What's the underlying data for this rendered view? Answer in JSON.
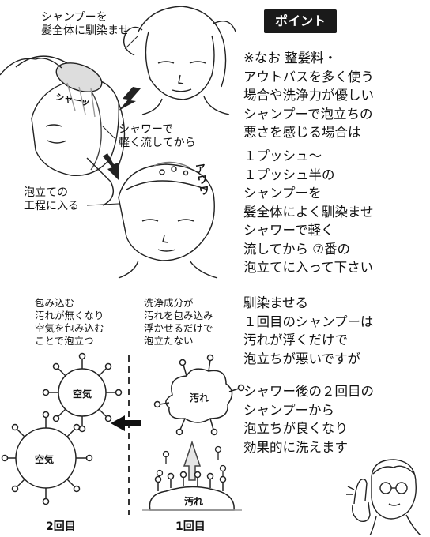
{
  "illustration": {
    "caption_step1": "シャンプーを\n髪全体に馴染ませ",
    "caption_step2": "シャワーで\n軽く流してから",
    "caption_step3": "泡立ての\n工程に入る",
    "sfx_shower": "シャーッ",
    "sfx_wash": "ア\nワ\nワ"
  },
  "diagram": {
    "second_desc": "包み込む\n汚れが無くなり\n空気を包み込む\nことで泡立つ",
    "first_desc": "洗浄成分が\n汚れを包み込み\n浮かせるだけで\n泡立たない",
    "bubble_air_top": "空気",
    "bubble_air_bottom": "空気",
    "bubble_dirt_top": "汚れ",
    "bubble_dirt_bottom": "汚れ",
    "label_second": "2回目",
    "label_first": "1回目"
  },
  "point": {
    "title": "ポイント",
    "para1": "※なお 整髪料・\nアウトバスを多く使う\n場合や洗浄力が優しい\nシャンプーで泡立ちの\n悪さを感じる場合は",
    "para2": "１プッシュ～\n１プッシュ半の\nシャンプーを\n髪全体によく馴染ませ\nシャワーで軽く\n流してから ⑦番の\n泡立てに入って下さい",
    "para3": "馴染ませる\n１回目のシャンプーは\n汚れが浮くだけで\n泡立ちが悪いですが",
    "para4": "シャワー後の２回目の\nシャンプーから\n泡立ちが良くなり\n効果的に洗えます"
  }
}
